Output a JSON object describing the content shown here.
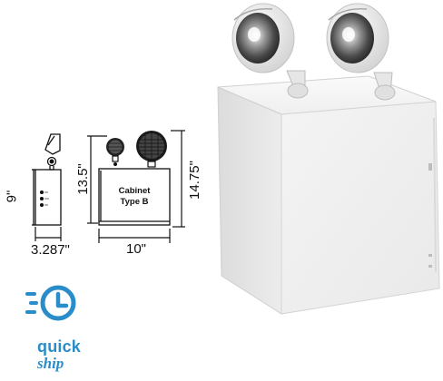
{
  "drawing": {
    "side_height": "9\"",
    "side_width": "3.287\"",
    "front_height": "13.5\"",
    "front_total_height": "14.75\"",
    "front_width": "10\"",
    "cabinet_line1": "Cabinet",
    "cabinet_line2": "Type B"
  },
  "badge": {
    "word1": "quick",
    "word2": "ship",
    "icon": "clock-icon",
    "color": "#2a8dc9"
  }
}
